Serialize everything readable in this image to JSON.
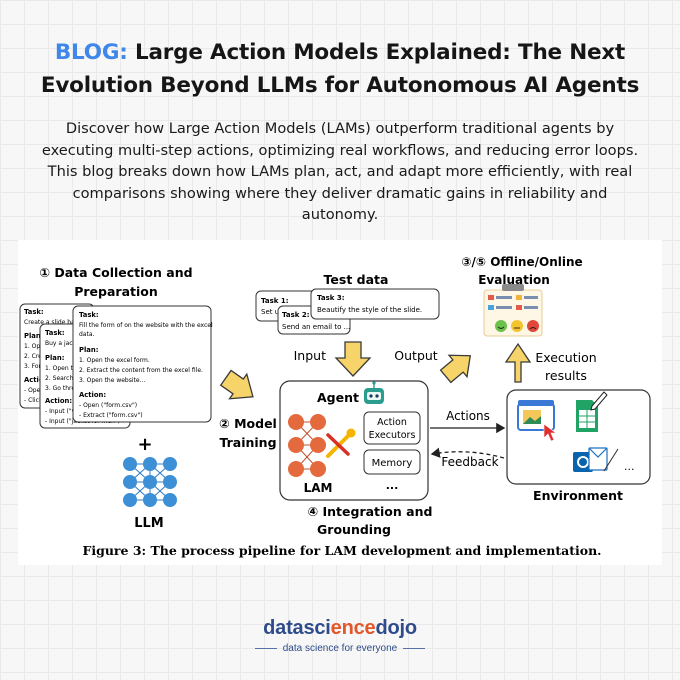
{
  "header": {
    "prefix": "BLOG:",
    "title_line1_rest": " Large Action Models Explained: The Next",
    "title_line2": "Evolution Beyond LLMs for Autonomous AI Agents",
    "description": "Discover how Large Action Models (LAMs) outperform traditional agents by executing multi-step actions, optimizing real workflows, and reducing error loops. This blog breaks down how LAMs plan, act, and adapt more efficiently, with real comparisons showing where they deliver dramatic gains in reliability and autonomy."
  },
  "figure": {
    "step1_line1": "① Data Collection and",
    "step1_line2": "Preparation",
    "card1": {
      "task_label": "Task:",
      "task": "Create a slide base",
      "plan_label": "Plan:",
      "plan": [
        "1. Open",
        "2. Creat",
        "3. For p"
      ],
      "action_label": "Action:",
      "actions": [
        "- Open",
        "- Click"
      ]
    },
    "card2": {
      "task_label": "Task:",
      "task": "Buy a jack",
      "plan_label": "Plan:",
      "plan": [
        "1. Open th",
        "2. Search",
        "3. Go thro"
      ],
      "action_label": "Action:",
      "actions": [
        "- Input (\"w",
        "- Input (\"jacket for men\")"
      ]
    },
    "card3": {
      "task_label": "Task:",
      "task_lines": [
        "Fill the form of on the website with the excel",
        "data."
      ],
      "plan_label": "Plan:",
      "plan": [
        "1. Open the excel form.",
        "2. Extract the content from the excel file.",
        "3. Open the website..."
      ],
      "action_label": "Action:",
      "actions": [
        "- Open (\"form.csv\")",
        "- Extract (\"form.csv\")"
      ]
    },
    "plus": "+",
    "llm_label": "LLM",
    "step2_line1": "② Model",
    "step2_line2": "Training",
    "test_data_label": "Test data",
    "test_task1_label": "Task 1:",
    "test_task1_text": "Set u",
    "test_task2_label": "Task 2:",
    "test_task2_text": "Send an email to ...",
    "test_task3_label": "Task 3:",
    "test_task3_text": "Beautify the style of the slide.",
    "input_label": "Input",
    "output_label": "Output",
    "eval_line1": "③/⑤ Offline/Online",
    "eval_line2": "Evaluation",
    "exec_line1": "Execution",
    "exec_line2": "results",
    "agent_label": "Agent",
    "action_executors_line1": "Action",
    "action_executors_line2": "Executors",
    "memory_label": "Memory",
    "agent_ellipsis": "...",
    "lam_label": "LAM",
    "actions_label": "Actions",
    "feedback_label": "Feedback",
    "env_ellipsis": "...",
    "environment_label": "Environment",
    "step4_line1": "④ Integration and",
    "step4_line2": "Grounding",
    "caption": "Figure 3: The process pipeline for LAM development and implementation."
  },
  "footer": {
    "brand_part1": "datasci",
    "brand_part2": "ence",
    "brand_part3": "dojo",
    "tagline": "data science for everyone"
  },
  "colors": {
    "accent": "#3f87e8",
    "brand_blue": "#2f4b8c",
    "brand_orange": "#e2582a",
    "arrow_fill": "#f6d46a",
    "arrow_stroke": "#3a3a3a",
    "llm_blue": "#3d8fd6",
    "lam_orange": "#e4693d"
  },
  "icons": [
    "network-icon",
    "robot-icon",
    "wrench-icon",
    "form-icon",
    "image-app-icon",
    "spreadsheet-icon",
    "email-icon",
    "cursor-icon",
    "checklist-icon",
    "smiley-icon"
  ]
}
